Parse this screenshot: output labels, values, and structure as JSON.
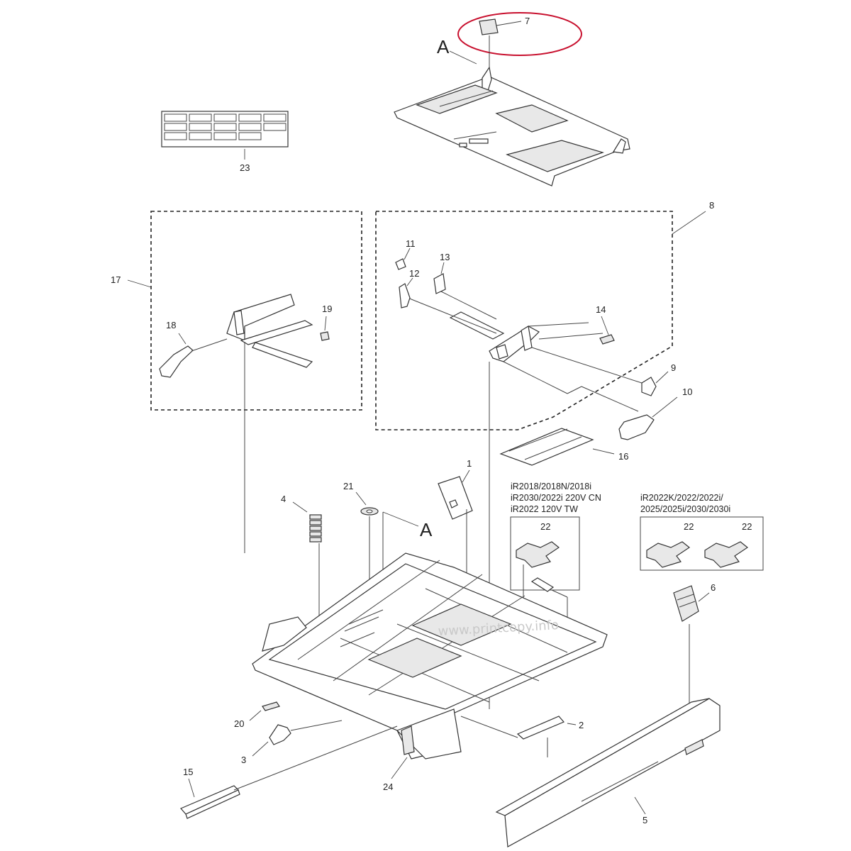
{
  "labels": {
    "p1": "1",
    "p2": "2",
    "p3": "3",
    "p4": "4",
    "p5": "5",
    "p6": "6",
    "p7": "7",
    "p8": "8",
    "p9": "9",
    "p10": "10",
    "p11": "11",
    "p12": "12",
    "p13": "13",
    "p14": "14",
    "p15": "15",
    "p16": "16",
    "p17": "17",
    "p18": "18",
    "p19": "19",
    "p20": "20",
    "p21": "21",
    "p22a": "22",
    "p22b": "22",
    "p22c": "22",
    "p23": "23",
    "p24": "24",
    "view_a_top": "A",
    "view_a_bottom": "A"
  },
  "notes": {
    "group_left_line1": "iR2018/2018N/2018i",
    "group_left_line2": "iR2030/2022i 220V CN",
    "group_left_line3": "iR2022 120V TW",
    "group_right_line1": "iR2022K/2022/2022i/",
    "group_right_line2": "2025/2025i/2030/2030i"
  },
  "watermark": "www.printcopy.info",
  "colors": {
    "highlight": "#c8102e",
    "line": "#333333"
  }
}
